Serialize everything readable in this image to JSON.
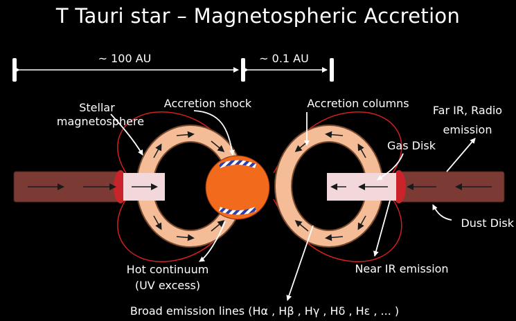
{
  "title": "T Tauri star – Magnetospheric Accretion",
  "scale_left": "~ 100 AU",
  "scale_right": "~ 0.1 AU",
  "labels": {
    "stellar_magnetosphere_line1": "Stellar",
    "stellar_magnetosphere_line2": "magnetosphere",
    "accretion_shock": "Accretion shock",
    "accretion_columns": "Accretion columns",
    "far_ir_line1": "Far IR, Radio",
    "far_ir_line2": "emission",
    "gas_disk": "Gas Disk",
    "dust_disk": "Dust Disk",
    "hot_continuum_line1": "Hot continuum",
    "hot_continuum_line2": "(UV excess)",
    "near_ir": "Near IR emission",
    "broad_lines": "Broad emission lines (Hα , Hβ , Hγ , Hδ , Hε , ... )"
  },
  "colors": {
    "background": "#000000",
    "star": "#f26a1c",
    "accretion_column": "#f4bd98",
    "field_line": "#d31f1f",
    "gas_disk": "#f2d8db",
    "dust_disk": "#7b3a34",
    "shock": "#2a3fae"
  }
}
